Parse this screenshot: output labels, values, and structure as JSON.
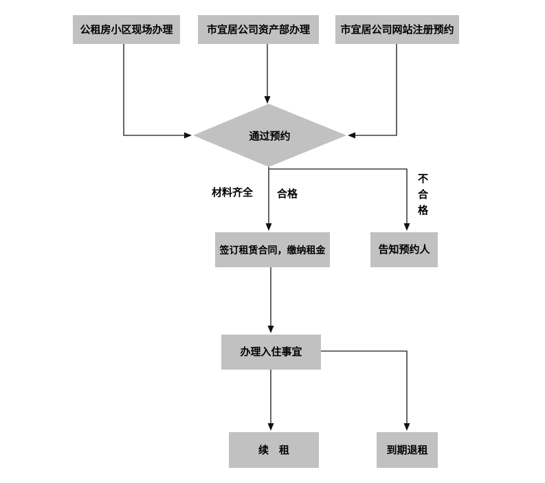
{
  "colors": {
    "bg": "#ffffff",
    "node_fill": "#c1c1c1",
    "line": "#3f3f3f",
    "arrow": "#111111",
    "text": "#000000"
  },
  "flowchart": {
    "sources": [
      {
        "label": "公租房小区现场办理"
      },
      {
        "label": "市宜居公司资产部办理"
      },
      {
        "label": "市宜居公司网站注册预约"
      }
    ],
    "decision": "通过预约",
    "edge_labels": {
      "materials": "材料齐全",
      "qualified": "合格",
      "unqualified": "不合格"
    },
    "nodes": {
      "sign_contract": "签订租赁合同，缴纳租金",
      "notify_applicant": "告知预约人",
      "move_in": "办理入住事宜",
      "renew": "续　租",
      "expire_return": "到期退租"
    }
  }
}
